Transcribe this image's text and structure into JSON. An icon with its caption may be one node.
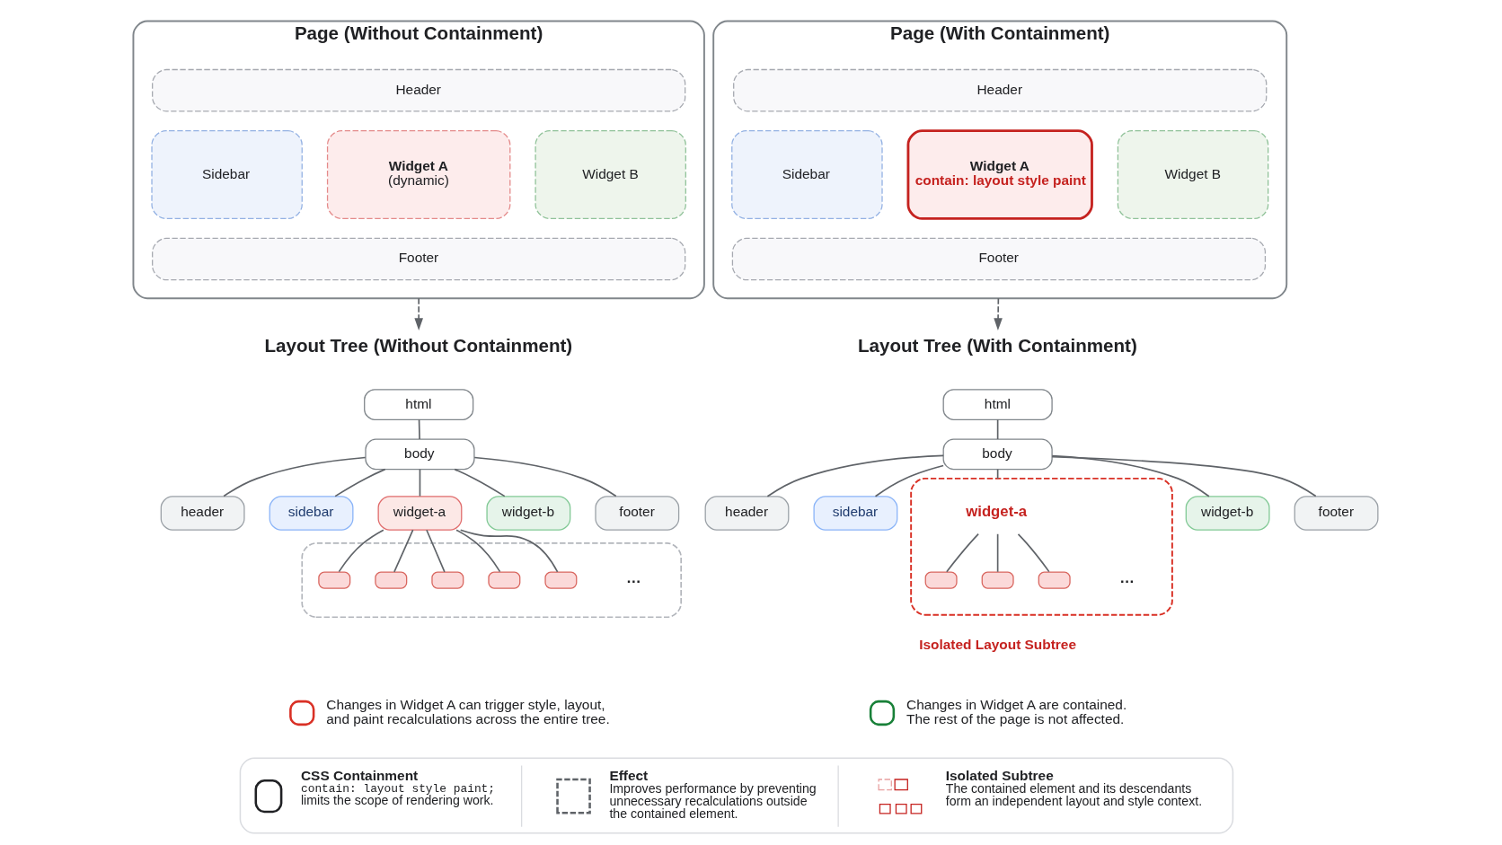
{
  "diagram": {
    "nodes": [
      {
        "text": [
          "Page (Without Containment)"
        ]
      },
      {
        "text": [
          "Header"
        ],
        "in": 0
      },
      {
        "text": [
          "Sidebar"
        ],
        "in": 0
      },
      {
        "text": [
          "Widget A",
          "(dynamic)"
        ],
        "in": 0
      },
      {
        "text": [
          "Widget B"
        ],
        "in": 0
      },
      {
        "text": [
          "Footer"
        ],
        "in": 0
      },
      {
        "text": [
          "Page (With Containment)"
        ]
      },
      {
        "text": [
          "Header"
        ],
        "in": 6
      },
      {
        "text": [
          "Sidebar"
        ],
        "in": 6
      },
      {
        "text": [
          "Widget A",
          "contain: layout style paint"
        ],
        "in": 6
      },
      {
        "text": [
          "Widget B"
        ],
        "in": 6
      },
      {
        "text": [
          "Footer"
        ],
        "in": 6
      },
      {
        "text": [
          "Layout Tree (Without Containment)"
        ]
      },
      {
        "text": [
          "html"
        ]
      },
      {
        "text": [
          "body"
        ]
      },
      {
        "text": [
          "header"
        ]
      },
      {
        "text": [
          "sidebar"
        ]
      },
      {
        "text": [
          "widget-a"
        ]
      },
      {
        "text": [
          "widget-b"
        ]
      },
      {
        "text": [
          "footer"
        ]
      },
      {
        "text": [],
        "shape": "box"
      },
      {
        "text": [],
        "shape": "box",
        "in": 20
      },
      {
        "text": [],
        "shape": "box",
        "in": 20
      },
      {
        "text": [],
        "shape": "box",
        "in": 20
      },
      {
        "text": [],
        "shape": "box",
        "in": 20
      },
      {
        "text": [],
        "shape": "box",
        "in": 20
      },
      {
        "text": [
          "Layout Tree (With Containment)"
        ]
      },
      {
        "text": [
          "html"
        ]
      },
      {
        "text": [
          "body"
        ]
      },
      {
        "text": [
          "header"
        ]
      },
      {
        "text": [
          "sidebar"
        ]
      },
      {
        "text": [],
        "shape": "box",
        "beside": [
          "Isolated Layout Subtree"
        ]
      },
      {
        "text": [
          "widget-a"
        ],
        "in": 31
      },
      {
        "text": [],
        "shape": "box",
        "in": 31
      },
      {
        "text": [],
        "shape": "box",
        "in": 31
      },
      {
        "text": [],
        "shape": "box",
        "in": 31
      },
      {
        "text": [
          "widget-b"
        ]
      },
      {
        "text": [
          "footer"
        ]
      },
      {
        "text": [
          "CSS Containment",
          "contain: layout style paint;",
          "limits the scope of rendering work.",
          "Effect",
          "Improves performance by preventing unnecessary recalculations outside the contained element.",
          "Isolated Subtree",
          "The contained element and its descendants form an independent layout and style context."
        ]
      }
    ],
    "edges": [
      {
        "from": 0,
        "to": 12,
        "arrow": "to",
        "style": "dashed"
      },
      {
        "from": 13,
        "to": 14,
        "arrow": "none"
      },
      {
        "from": 14,
        "to": 15,
        "arrow": "none"
      },
      {
        "from": 14,
        "to": 16,
        "arrow": "none"
      },
      {
        "from": 14,
        "to": 17,
        "arrow": "none"
      },
      {
        "from": 14,
        "to": 18,
        "arrow": "none"
      },
      {
        "from": 14,
        "to": 19,
        "arrow": "none"
      },
      {
        "from": 17,
        "to": 21,
        "arrow": "none"
      },
      {
        "from": 17,
        "to": 22,
        "arrow": "none"
      },
      {
        "from": 17,
        "to": 23,
        "arrow": "none"
      },
      {
        "from": 17,
        "to": 24,
        "arrow": "none"
      },
      {
        "from": 17,
        "to": 25,
        "arrow": "none"
      },
      {
        "from": 6,
        "to": 26,
        "arrow": "to",
        "style": "dashed"
      },
      {
        "from": 27,
        "to": 28,
        "arrow": "none"
      },
      {
        "from": 28,
        "to": 29,
        "arrow": "none"
      },
      {
        "from": 28,
        "to": 30,
        "arrow": "none"
      },
      {
        "from": 28,
        "to": 31,
        "arrow": "none"
      },
      {
        "from": 28,
        "to": 36,
        "arrow": "none"
      },
      {
        "from": 28,
        "to": 37,
        "arrow": "none"
      },
      {
        "from": 32,
        "to": 33,
        "arrow": "none"
      },
      {
        "from": 32,
        "to": 34,
        "arrow": "none"
      },
      {
        "from": 32,
        "to": 35,
        "arrow": "none"
      }
    ],
    "labels": [
      "…",
      "…",
      "Changes in Widget A can trigger style, layout, and paint recalculations across the entire tree.",
      "Changes in Widget A are contained. The rest of the page is not affected."
    ]
  }
}
